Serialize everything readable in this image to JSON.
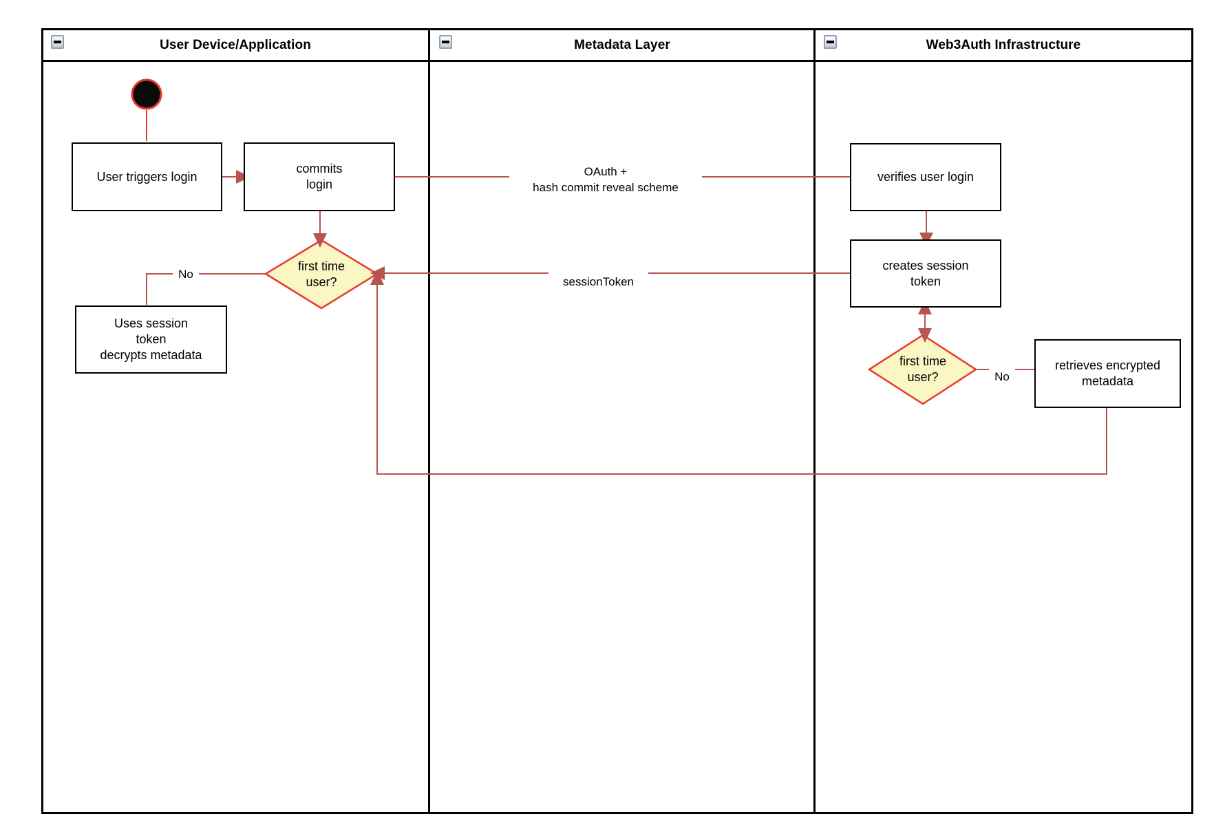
{
  "diagram": {
    "type": "swimlane-flowchart",
    "lanes": [
      {
        "title": "User Device/Application"
      },
      {
        "title": "Metadata Layer"
      },
      {
        "title": "Web3Auth Infrastructure"
      }
    ],
    "nodes": {
      "start": "initial-state",
      "user_triggers_login": "User triggers login",
      "commits_login": "commits\nlogin",
      "first_time_user_device": "first time\nuser?",
      "uses_session_token": "Uses session\ntoken\ndecrypts metadata",
      "verifies_user_login": "verifies user login",
      "creates_session_token": "creates session\ntoken",
      "first_time_user_infra": "first time\nuser?",
      "retrieves_encrypted_metadata": "retrieves encrypted\nmetadata"
    },
    "edge_labels": {
      "oauth": "OAuth +\nhash commit reveal scheme",
      "session_token": "sessionToken",
      "no_device": "No",
      "no_infra": "No"
    },
    "colors": {
      "node_border": "#000000",
      "node_fill": "#ffffff",
      "decision_fill": "#fbf7c4",
      "decision_border": "#e8392d",
      "start_fill": "#0a0a0a",
      "start_border": "#e8392d",
      "connector": "#b85450"
    }
  }
}
